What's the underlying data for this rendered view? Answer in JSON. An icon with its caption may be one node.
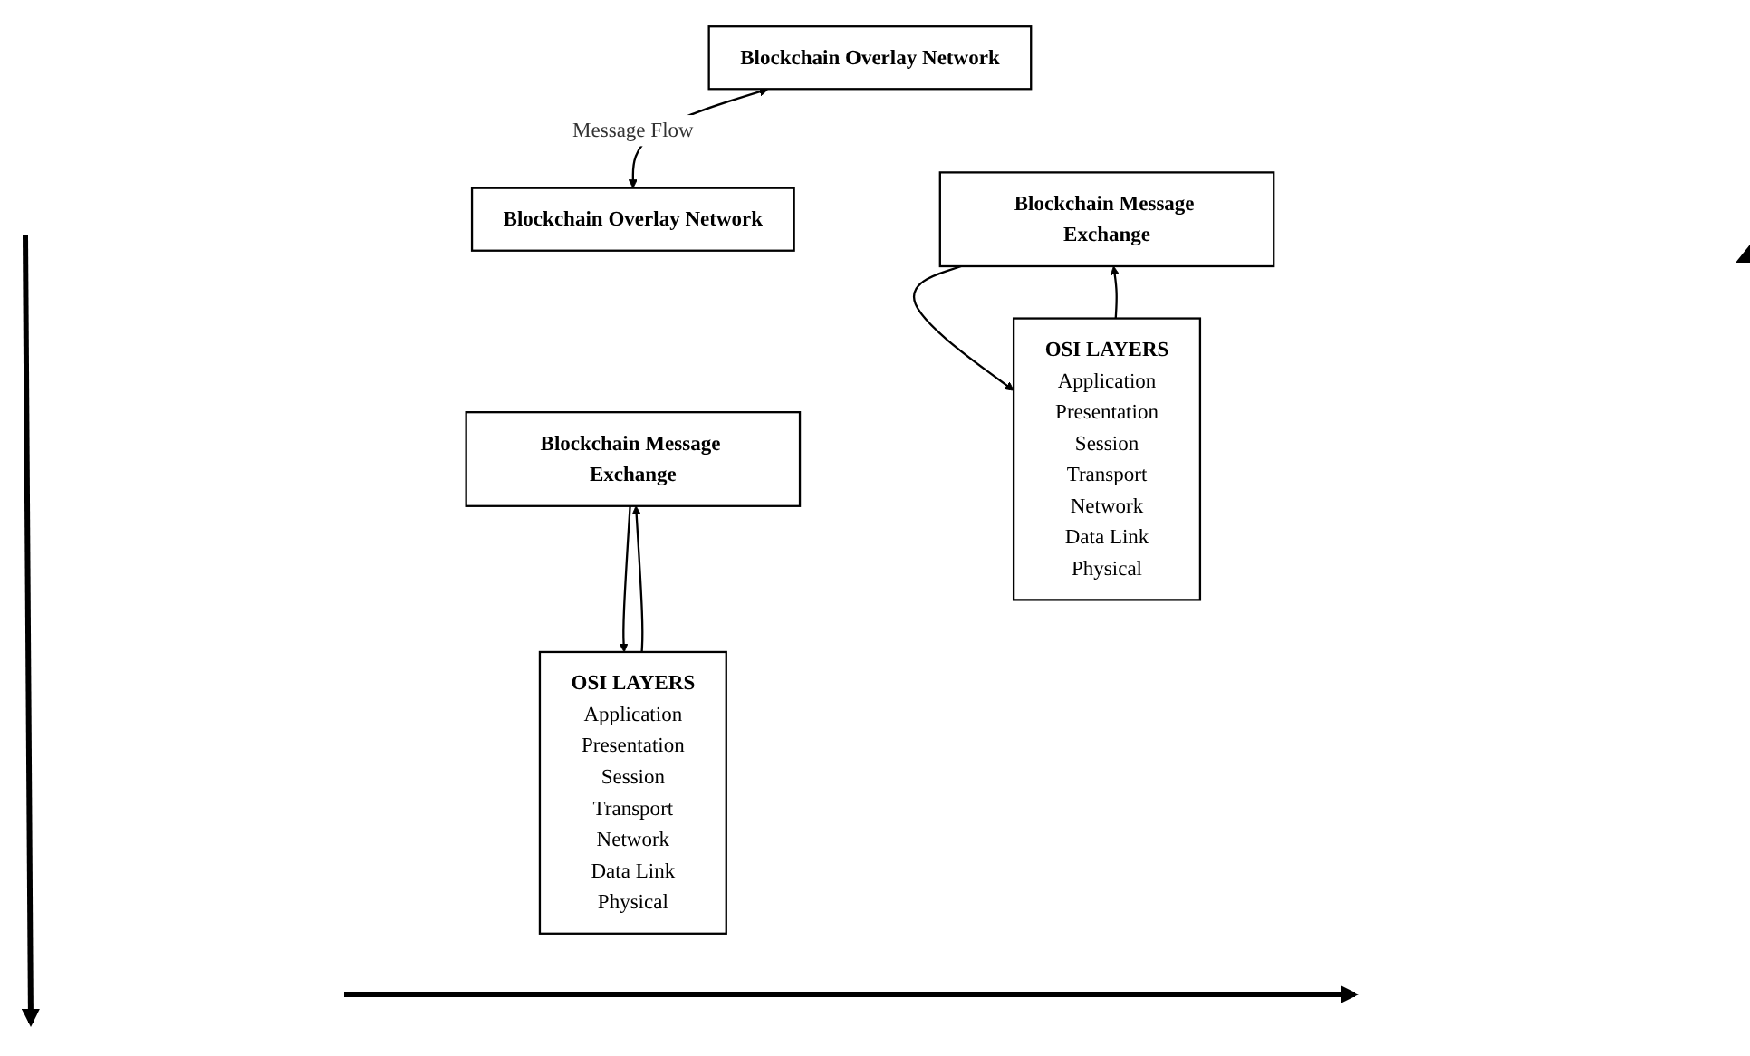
{
  "diagram": {
    "nodes": [
      {
        "text": [
          "Blockchain Overlay Network"
        ]
      },
      {
        "text": [
          "Blockchain Overlay Network"
        ]
      },
      {
        "text": [
          "Blockchain Message Exchange"
        ]
      },
      {
        "text": [
          "Blockchain Message Exchange"
        ]
      },
      {
        "text": [
          "OSI LAYERS",
          "Application",
          "Presentation",
          "Session",
          "Transport",
          "Network",
          "Data Link",
          "Physical"
        ]
      },
      {
        "text": [
          "OSI LAYERS",
          "Application",
          "Presentation",
          "Session",
          "Transport",
          "Network",
          "Data Link",
          "Physical"
        ]
      }
    ],
    "edges": [
      {
        "from": 0,
        "to": 1,
        "arrow": "both",
        "label": "Message Flow"
      },
      {
        "from": 4,
        "to": 2,
        "arrow": "to"
      },
      {
        "from": 2,
        "to": 4,
        "arrow": "to"
      },
      {
        "from": 5,
        "to": 3,
        "arrow": "to"
      },
      {
        "from": 3,
        "to": 5,
        "arrow": "to"
      }
    ]
  }
}
